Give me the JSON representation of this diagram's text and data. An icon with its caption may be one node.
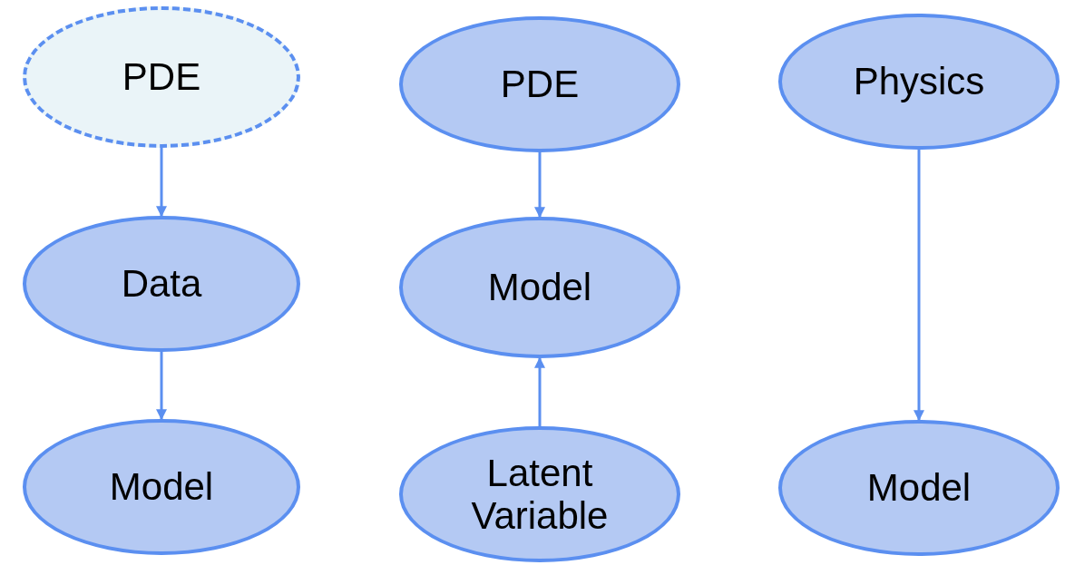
{
  "diagram": {
    "nodes": [
      {
        "text": [
          "PDE"
        ]
      },
      {
        "text": [
          "Data"
        ]
      },
      {
        "text": [
          "Model"
        ]
      },
      {
        "text": [
          "PDE"
        ]
      },
      {
        "text": [
          "Model"
        ]
      },
      {
        "text": [
          "Latent Variable"
        ]
      },
      {
        "text": [
          "Physics"
        ]
      },
      {
        "text": [
          "Model"
        ]
      }
    ],
    "edges": [
      {
        "from": 0,
        "to": 1,
        "arrow": "to"
      },
      {
        "from": 1,
        "to": 2,
        "arrow": "to"
      },
      {
        "from": 3,
        "to": 4,
        "arrow": "to"
      },
      {
        "from": 5,
        "to": 4,
        "arrow": "to"
      },
      {
        "from": 6,
        "to": 7,
        "arrow": "to"
      }
    ]
  }
}
